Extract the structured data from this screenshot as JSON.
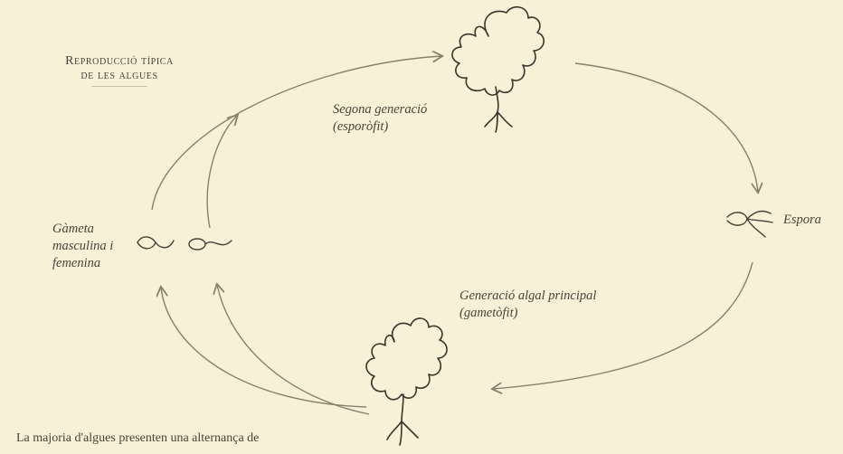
{
  "diagram": {
    "title_line1": "Reproducció típica",
    "title_line2": "de les algues",
    "stage_sporophyte": "Segona generació",
    "stage_sporophyte_sub": "(esporòfit)",
    "stage_spore": "Espora",
    "stage_gametophyte": "Generació algal principal",
    "stage_gametophyte_sub": "(gametòfit)",
    "stage_gametes_line1": "Gàmeta",
    "stage_gametes_line2": "masculina i",
    "stage_gametes_line3": "femenina",
    "caption": "La majoria d'algues presenten una alternança de"
  },
  "colors": {
    "background": "#f7f1d7",
    "ink": "#4a4237",
    "arrow": "#8a7f6c"
  }
}
